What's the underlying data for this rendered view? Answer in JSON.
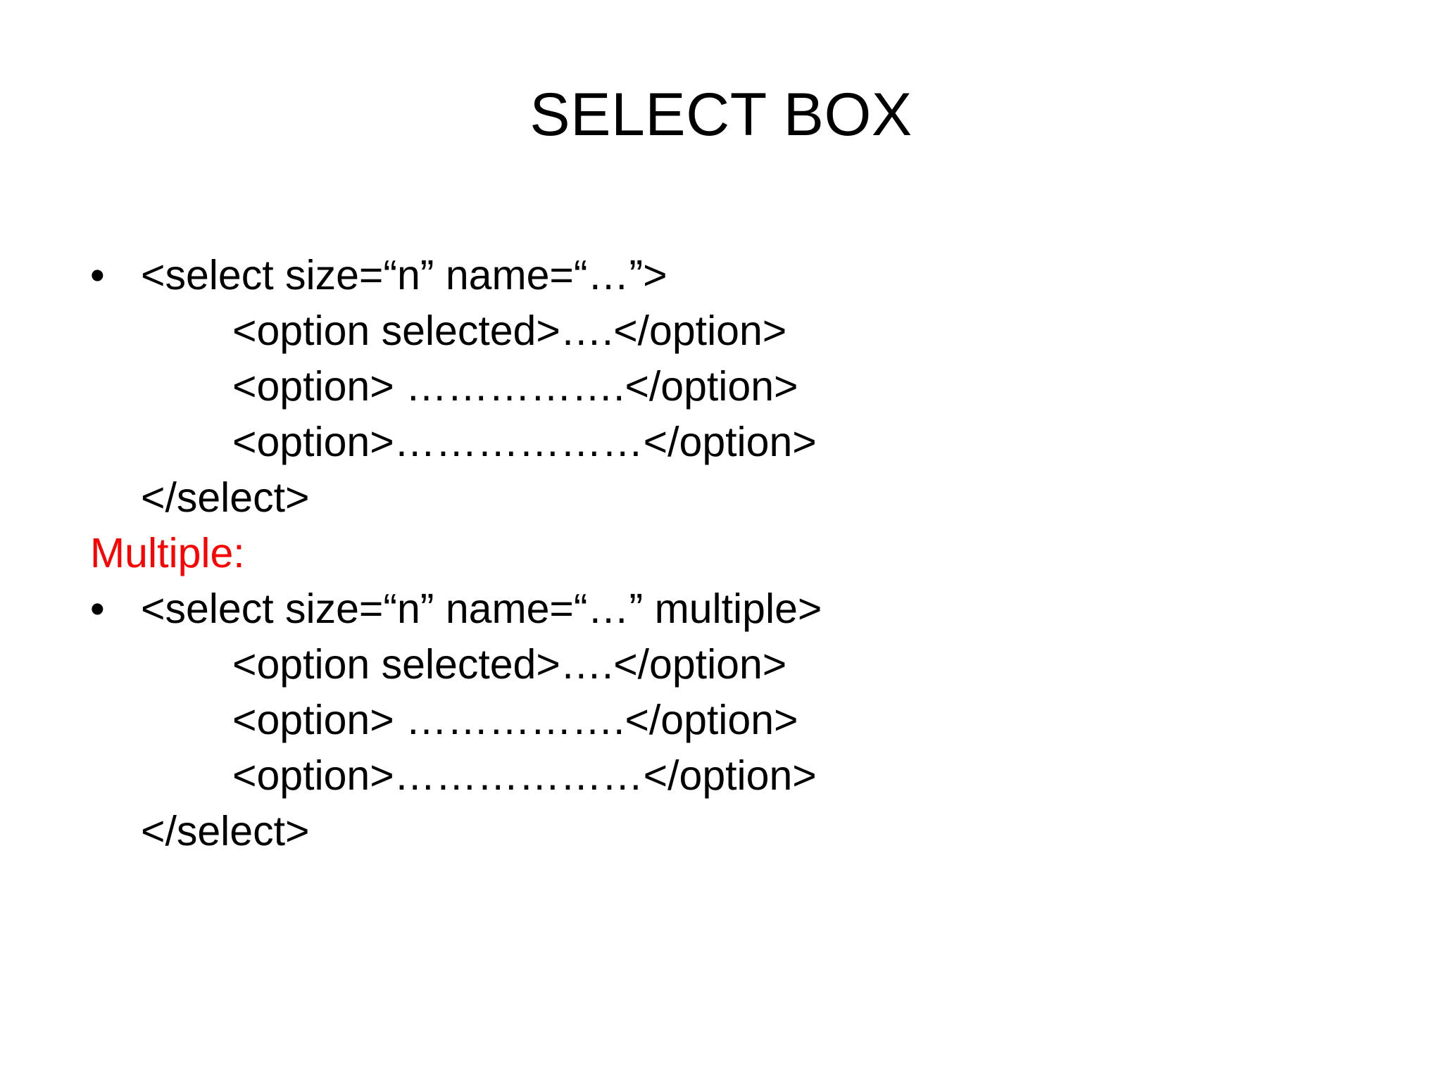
{
  "slide": {
    "title": "SELECT BOX",
    "background_color": "#ffffff",
    "text_color": "#000000",
    "accent_color": "#ff0000",
    "bullet_glyph": "•"
  },
  "blocks": [
    {
      "name": "single-select-example",
      "lines": [
        {
          "kind": "bullet",
          "text": "<select size=“n” name=“…”>"
        },
        {
          "kind": "indent",
          "text": "<option selected>….</option>"
        },
        {
          "kind": "indent",
          "text": "<option> …………….</option>"
        },
        {
          "kind": "indent",
          "text": "<option>………………</option>"
        },
        {
          "kind": "flush",
          "text": "</select>"
        }
      ]
    },
    {
      "name": "multiple-label",
      "lines": [
        {
          "kind": "label",
          "text": "Multiple:",
          "color": "#ff0000"
        }
      ]
    },
    {
      "name": "multiple-select-example",
      "lines": [
        {
          "kind": "bullet",
          "text": "<select size=“n” name=“…” multiple>"
        },
        {
          "kind": "indent",
          "text": "<option selected>….</option>"
        },
        {
          "kind": "indent",
          "text": "<option> …………….</option>"
        },
        {
          "kind": "indent",
          "text": "<option>………………</option>"
        },
        {
          "kind": "flush",
          "text": "</select>"
        }
      ]
    }
  ]
}
